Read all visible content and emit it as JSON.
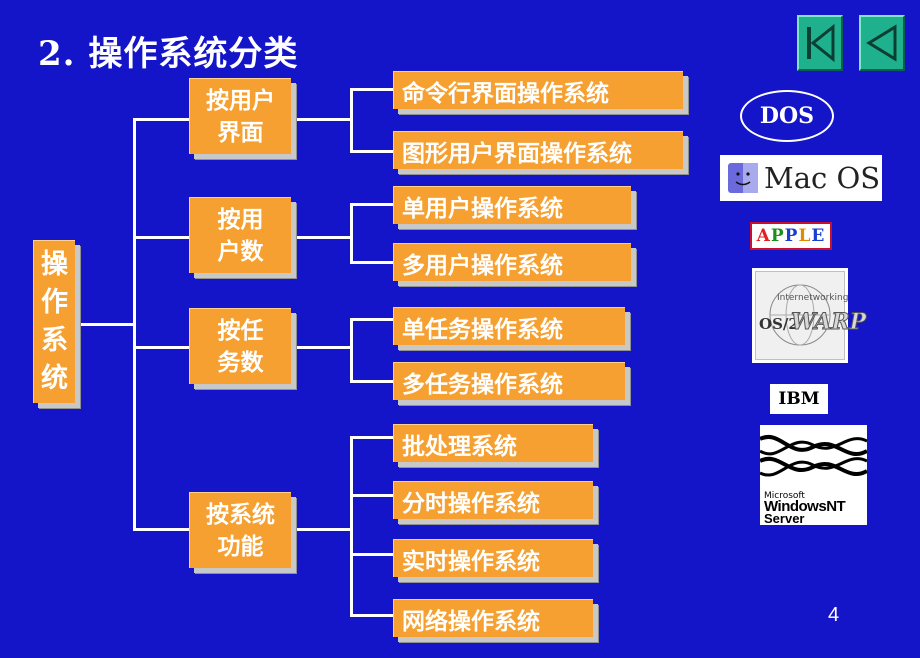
{
  "slide": {
    "title_num": "2.",
    "title_text": "操作系统分类",
    "page_number": "4"
  },
  "tree": {
    "root": "操\n作\n系\n统",
    "categories": [
      {
        "label": "按用户\n界面",
        "items": [
          "命令行界面操作系统",
          "图形用户界面操作系统"
        ]
      },
      {
        "label": "按用\n户数",
        "items": [
          "单用户操作系统",
          "多用户操作系统"
        ]
      },
      {
        "label": "按任\n务数",
        "items": [
          "单任务操作系统",
          "多任务操作系统"
        ]
      },
      {
        "label": "按系统\n功能",
        "items": [
          "批处理系统",
          "分时操作系统",
          "实时操作系统",
          "网络操作系统"
        ]
      }
    ]
  },
  "logos": {
    "dos": "DOS",
    "macos": "Mac OS",
    "apple_letters": [
      "A",
      "P",
      "P",
      "L",
      "E"
    ],
    "apple_colors": [
      "#e02020",
      "#1a8f1a",
      "#1a3fd0",
      "#e08a00",
      "#1a3fd0"
    ],
    "os2_top": "Internetworking",
    "os2_main": "OS/2",
    "os2_warp": "WARP",
    "ibm": "IBM",
    "nt_line1": "Microsoft",
    "nt_line2": "WindowsNT",
    "nt_line3": "Server"
  },
  "nav": {
    "first_icon": "first-slide-icon",
    "prev_icon": "previous-slide-icon"
  },
  "colors": {
    "background": "#1414c8",
    "box": "#f5a030",
    "nav": "#1fb08e"
  }
}
